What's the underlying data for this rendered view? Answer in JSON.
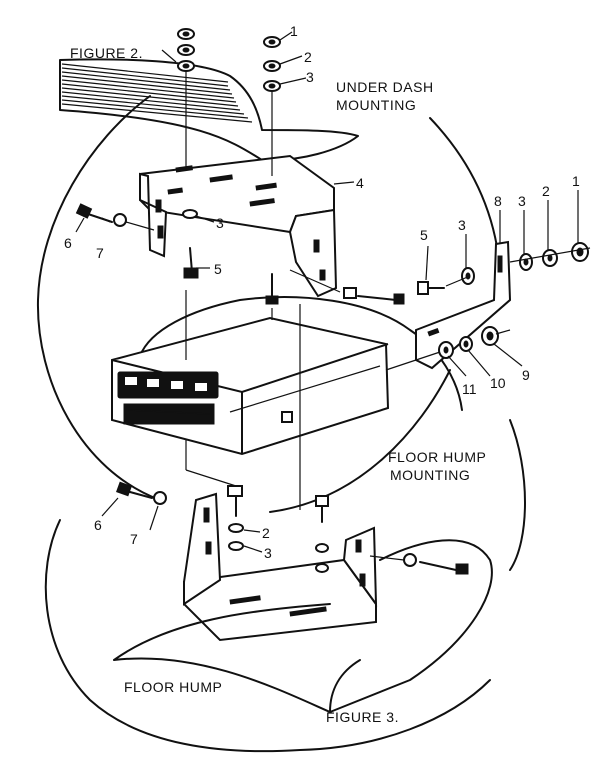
{
  "figures": {
    "figure2": "FIGURE 2.",
    "figure3": "FIGURE 3."
  },
  "captions": {
    "under_dash_line1": "UNDER DASH",
    "under_dash_line2": "MOUNTING",
    "floor_hump_mount_line1": "FLOOR HUMP",
    "floor_hump_mount_line2": "MOUNTING",
    "floor_hump": "FLOOR HUMP"
  },
  "callouts": {
    "top_stack": [
      "1",
      "2",
      "3"
    ],
    "bracket_top": "4",
    "left_bolt": "6",
    "left_lock": "7",
    "mid_washer": "3",
    "mid_bolt": "5",
    "side_bolt": "5",
    "side_washer": "3",
    "side_bracket": "8",
    "side_stack": [
      "3",
      "2",
      "1"
    ],
    "lower_right": [
      "9",
      "10",
      "11"
    ],
    "floor_left_bolt": "6",
    "floor_left_lock": "7",
    "floor_washers": [
      "2",
      "3"
    ]
  }
}
